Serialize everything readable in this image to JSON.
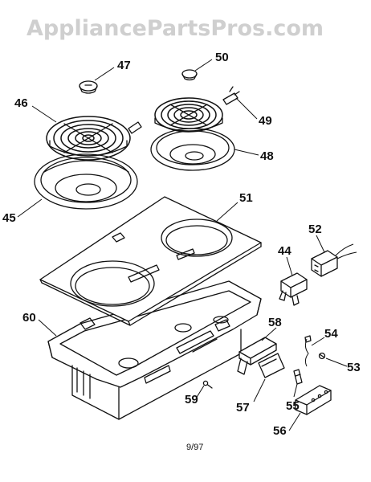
{
  "watermark": "AppliancePartsPros.com",
  "date_code": "9/97",
  "callouts": {
    "p44": "44",
    "p45": "45",
    "p46": "46",
    "p47": "47",
    "p48": "48",
    "p49": "49",
    "p50": "50",
    "p51": "51",
    "p52": "52",
    "p53": "53",
    "p54": "54",
    "p55": "55",
    "p56": "56",
    "p57": "57",
    "p58": "58",
    "p59": "59",
    "p60": "60"
  }
}
